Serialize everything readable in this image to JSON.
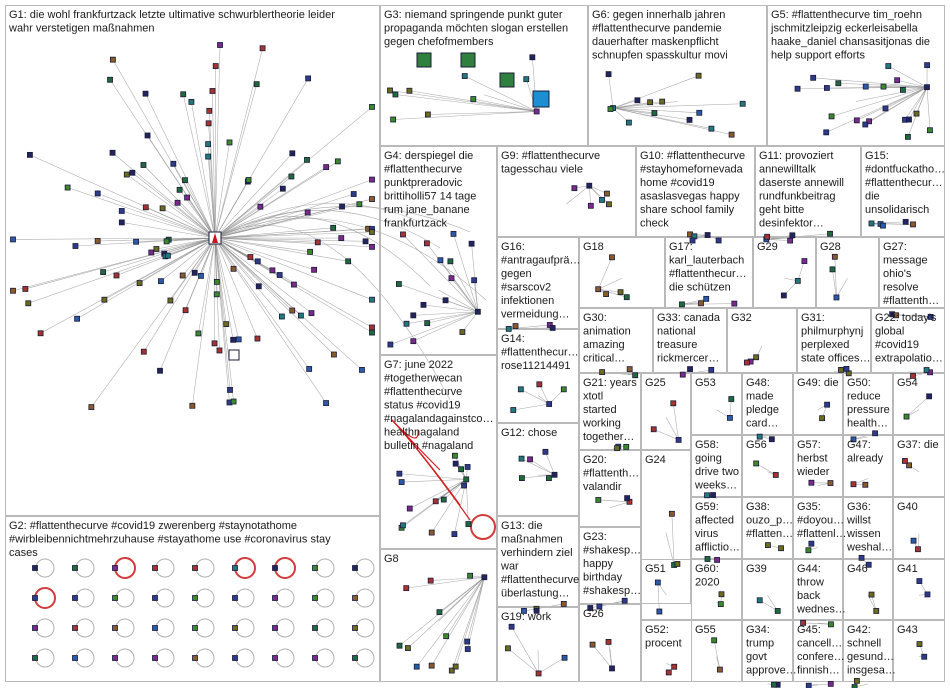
{
  "colors": {
    "box_border": "#b9b9b9",
    "edge": "#8c8c8c",
    "edge_highlight": "#d21f1f",
    "hub_node": "#c8151b"
  },
  "groups": [
    {
      "id": "G1",
      "lines": [
        "G1: die wohl frankfurtzack letzte ultimative schwurblertheorie leider",
        "wahr verstetigen maßnahmen"
      ]
    },
    {
      "id": "G2",
      "lines": [
        "G2: #flattenthecurve #covid19 zwerenberg #staynotathome",
        "#wirbleibennichtmehrzuhause #stayathome use #coronavirus stay",
        "cases"
      ]
    },
    {
      "id": "G3",
      "lines": [
        "G3: niemand springende punkt guter",
        "propaganda möchten slogan erstellen",
        "gegen chefofmembers"
      ]
    },
    {
      "id": "G4",
      "lines": [
        "G4: derspiegel die",
        "#flattenthecurve",
        "punktpreradovic",
        "brittiholli57 14 tage",
        "rum jane_banane",
        "frankfurtzack"
      ]
    },
    {
      "id": "G5",
      "lines": [
        "G5: #flattenthecurve tim_roehn",
        "jschmitzleipzig eckerleisabella",
        "haake_daniel chansasitjonas die",
        "help support efforts"
      ]
    },
    {
      "id": "G6",
      "lines": [
        "G6: gegen innerhalb jahren",
        "#flattenthecurve pandemie",
        "dauerhafter maskenpflicht",
        "schnupfen spasskultur movi"
      ]
    },
    {
      "id": "G7",
      "lines": [
        "G7: june 2022",
        "#togetherwecan",
        "#flattenthecurve",
        "status #covid19",
        "#nagalandagainstco…",
        "healthnagaland",
        "bulletin #nagaland"
      ]
    },
    {
      "id": "G8",
      "lines": [
        "G8"
      ]
    },
    {
      "id": "G9",
      "lines": [
        "G9: #flattenthecurve",
        "tagesschau viele"
      ]
    },
    {
      "id": "G10",
      "lines": [
        "G10: #flattenthecurve",
        "#stayhomefornevada",
        "home #covid19",
        "asaslasvegas happy",
        "share school family",
        "check"
      ]
    },
    {
      "id": "G11",
      "lines": [
        "G11: provoziert",
        "annewilltalk",
        "daserste annewill",
        "rundfunkbeitrag",
        "geht bitte",
        "desinfektor…"
      ]
    },
    {
      "id": "G12",
      "lines": [
        "G12: chose"
      ]
    },
    {
      "id": "G13",
      "lines": [
        "G13: die",
        "maßnahmen",
        "verhindern ziel",
        "war",
        "#flattenthecurve",
        "überlastung…"
      ]
    },
    {
      "id": "G14",
      "lines": [
        "G14:",
        "#flattenthecur…",
        "rose11214491"
      ]
    },
    {
      "id": "G15",
      "lines": [
        "G15:",
        "#dontfuckatho…",
        "#flattenthecur…",
        "die",
        "unsolidarisch"
      ]
    },
    {
      "id": "G16",
      "lines": [
        "G16:",
        "#antragaufprä…",
        "gegen",
        "#sarscov2",
        "infektionen",
        "vermeidung…"
      ]
    },
    {
      "id": "G17",
      "lines": [
        "G17:",
        "karl_lauterbach",
        "#flattenthecur…",
        "die schützen"
      ]
    },
    {
      "id": "G18",
      "lines": [
        "G18"
      ]
    },
    {
      "id": "G19",
      "lines": [
        "G19: work"
      ]
    },
    {
      "id": "G20",
      "lines": [
        "G20:",
        "#flattenth…",
        "valandir"
      ]
    },
    {
      "id": "G21",
      "lines": [
        "G21: years",
        "xtotl",
        "started",
        "working",
        "together…"
      ]
    },
    {
      "id": "G22",
      "lines": [
        "G22: today's",
        "global",
        "#covid19",
        "extrapolatio…"
      ]
    },
    {
      "id": "G23",
      "lines": [
        "G23:",
        "#shakesp…",
        "happy",
        "birthday",
        "#shakesp…"
      ]
    },
    {
      "id": "G24",
      "lines": [
        "G24"
      ]
    },
    {
      "id": "G25",
      "lines": [
        "G25"
      ]
    },
    {
      "id": "G26",
      "lines": [
        "G26"
      ]
    },
    {
      "id": "G27",
      "lines": [
        "G27:",
        "message",
        "ohio's",
        "resolve",
        "#flattenth…"
      ]
    },
    {
      "id": "G28",
      "lines": [
        "G28"
      ]
    },
    {
      "id": "G29",
      "lines": [
        "G29"
      ]
    },
    {
      "id": "G30",
      "lines": [
        "G30:",
        "animation",
        "amazing",
        "critical…"
      ]
    },
    {
      "id": "G31",
      "lines": [
        "G31:",
        "philmurphynj",
        "perplexed",
        "state offices…"
      ]
    },
    {
      "id": "G32",
      "lines": [
        "G32"
      ]
    },
    {
      "id": "G33",
      "lines": [
        "G33: canada",
        "national",
        "treasure",
        "rickmercer…"
      ]
    },
    {
      "id": "G34",
      "lines": [
        "G34:",
        "trump",
        "govt",
        "approve…"
      ]
    },
    {
      "id": "G35",
      "lines": [
        "G35:",
        "#doyou…",
        "#flattenl…"
      ]
    },
    {
      "id": "G36",
      "lines": [
        "G36:",
        "willst",
        "wissen",
        "weshal…"
      ]
    },
    {
      "id": "G37",
      "lines": [
        "G37: die"
      ]
    },
    {
      "id": "G38",
      "lines": [
        "G38:",
        "ouzo_p…",
        "#flatten…"
      ]
    },
    {
      "id": "G39",
      "lines": [
        "G39"
      ]
    },
    {
      "id": "G40",
      "lines": [
        "G40"
      ]
    },
    {
      "id": "G41",
      "lines": [
        "G41"
      ]
    },
    {
      "id": "G42",
      "lines": [
        "G42:",
        "schnell",
        "gesund…",
        "insgesa…"
      ]
    },
    {
      "id": "G43",
      "lines": [
        "G43"
      ]
    },
    {
      "id": "G44",
      "lines": [
        "G44:",
        "throw",
        "back",
        "wednes…"
      ]
    },
    {
      "id": "G45",
      "lines": [
        "G45:",
        "cancell…",
        "confere…",
        "finnish…"
      ]
    },
    {
      "id": "G46",
      "lines": [
        "G46"
      ]
    },
    {
      "id": "G47",
      "lines": [
        "G47:",
        "already"
      ]
    },
    {
      "id": "G48",
      "lines": [
        "G48:",
        "made",
        "pledge",
        "card…"
      ]
    },
    {
      "id": "G49",
      "lines": [
        "G49: die"
      ]
    },
    {
      "id": "G50",
      "lines": [
        "G50:",
        "reduce",
        "pressure",
        "health…"
      ]
    },
    {
      "id": "G51",
      "lines": [
        "G51"
      ]
    },
    {
      "id": "G52",
      "lines": [
        "G52:",
        "procent"
      ]
    },
    {
      "id": "G53",
      "lines": [
        "G53"
      ]
    },
    {
      "id": "G54",
      "lines": [
        "G54"
      ]
    },
    {
      "id": "G55",
      "lines": [
        "G55"
      ]
    },
    {
      "id": "G56",
      "lines": [
        "G56"
      ]
    },
    {
      "id": "G57",
      "lines": [
        "G57:",
        "herbst",
        "wieder"
      ]
    },
    {
      "id": "G58",
      "lines": [
        "G58:",
        "going",
        "drive two",
        "weeks…"
      ]
    },
    {
      "id": "G59",
      "lines": [
        "G59:",
        "affected",
        "virus",
        "afflictio…"
      ]
    },
    {
      "id": "G60",
      "lines": [
        "G60:",
        "2020"
      ]
    }
  ]
}
